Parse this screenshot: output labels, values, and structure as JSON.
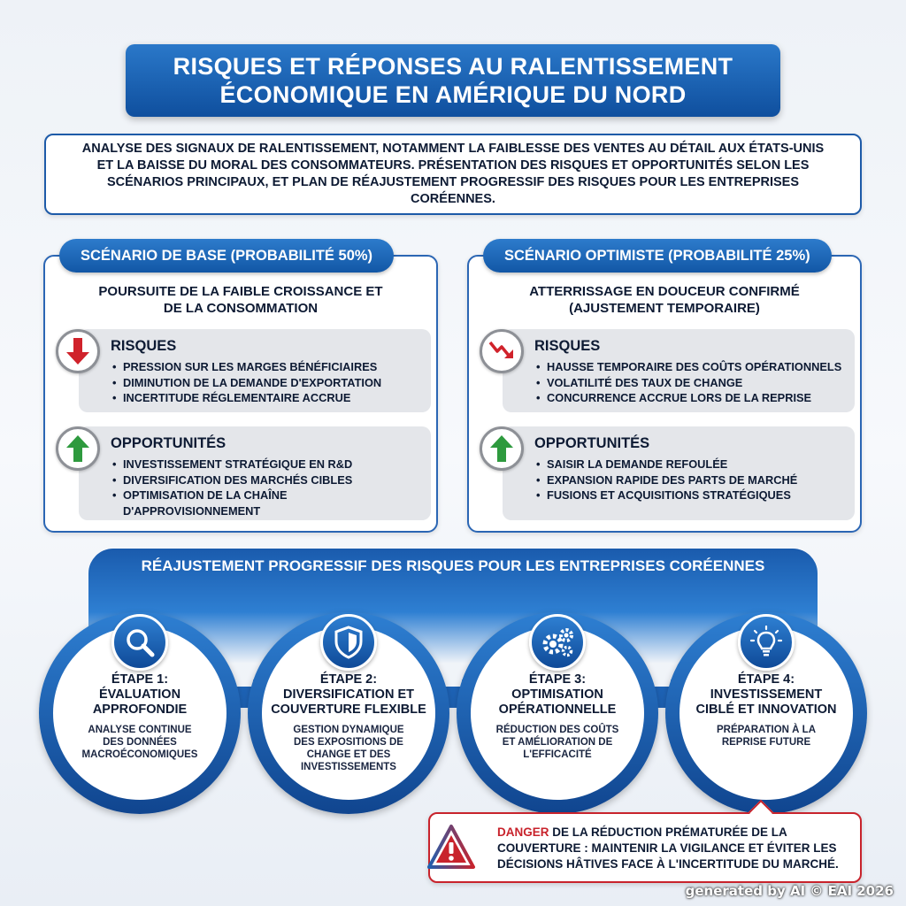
{
  "header": {
    "title_line1": "RISQUES ET RÉPONSES AU RALENTISSEMENT",
    "title_line2": "ÉCONOMIQUE EN AMÉRIQUE DU NORD"
  },
  "intro": "ANALYSE DES SIGNAUX DE RALENTISSEMENT, NOTAMMENT LA FAIBLESSE DES VENTES AU DÉTAIL AUX ÉTATS-UNIS ET LA BAISSE DU MORAL DES CONSOMMATEURS. PRÉSENTATION DES RISQUES ET OPPORTUNITÉS SELON LES SCÉNARIOS PRINCIPAUX, ET PLAN DE RÉAJUSTEMENT PROGRESSIF DES RISQUES POUR LES ENTREPRISES CORÉENNES.",
  "scenarios": [
    {
      "tab": "SCÉNARIO DE BASE (PROBABILITÉ 50%)",
      "subtitle_line1": "POURSUITE DE LA FAIBLE CROISSANCE ET",
      "subtitle_line2": "DE LA CONSOMMATION",
      "risk_icon": "arrow-down-icon",
      "risks_title": "RISQUES",
      "risks": [
        "PRESSION SUR LES MARGES BÉNÉFICIAIRES",
        "DIMINUTION DE LA DEMANDE D'EXPORTATION",
        "INCERTITUDE RÉGLEMENTAIRE ACCRUE"
      ],
      "opp_icon": "arrow-up-icon",
      "opps_title": "OPPORTUNITÉS",
      "opps": [
        "INVESTISSEMENT STRATÉGIQUE EN R&D",
        "DIVERSIFICATION DES MARCHÉS CIBLES",
        "OPTIMISATION DE LA CHAÎNE D'APPROVISIONNEMENT"
      ]
    },
    {
      "tab": "SCÉNARIO OPTIMISTE (PROBABILITÉ 25%)",
      "subtitle_line1": "ATTERRISSAGE EN DOUCEUR CONFIRMÉ",
      "subtitle_line2": "(AJUSTEMENT TEMPORAIRE)",
      "risk_icon": "trend-down-icon",
      "risks_title": "RISQUES",
      "risks": [
        "HAUSSE TEMPORAIRE DES COÛTS OPÉRATIONNELS",
        "VOLATILITÉ DES TAUX DE CHANGE",
        "CONCURRENCE ACCRUE LORS DE LA REPRISE"
      ],
      "opp_icon": "arrow-up-icon",
      "opps_title": "OPPORTUNITÉS",
      "opps": [
        "SAISIR LA DEMANDE REFOULÉE",
        "EXPANSION RAPIDE DES PARTS DE MARCHÉ",
        "FUSIONS ET ACQUISITIONS STRATÉGIQUES"
      ]
    }
  ],
  "process": {
    "title": "RÉAJUSTEMENT PROGRESSIF DES RISQUES POUR LES ENTREPRISES CORÉENNES",
    "steps": [
      {
        "icon": "magnifier-icon",
        "title": [
          "ÉTAPE 1:",
          "ÉVALUATION",
          "APPROFONDIE"
        ],
        "desc": [
          "ANALYSE CONTINUE",
          "DES DONNÉES",
          "MACROÉCONOMIQUES"
        ]
      },
      {
        "icon": "shield-icon",
        "title": [
          "ÉTAPE 2:",
          "DIVERSIFICATION ET",
          "COUVERTURE FLEXIBLE"
        ],
        "desc": [
          "GESTION DYNAMIQUE",
          "DES EXPOSITIONS DE",
          "CHANGE ET DES",
          "INVESTISSEMENTS"
        ]
      },
      {
        "icon": "gears-icon",
        "title": [
          "ÉTAPE 3:",
          "OPTIMISATION",
          "OPÉRATIONNELLE"
        ],
        "desc": [
          "RÉDUCTION DES COÛTS",
          "ET AMÉLIORATION DE",
          "L'EFFICACITÉ"
        ]
      },
      {
        "icon": "lightbulb-icon",
        "title": [
          "ÉTAPE 4:",
          "INVESTISSEMENT",
          "CIBLÉ ET INNOVATION"
        ],
        "desc": [
          "PRÉPARATION À LA",
          "REPRISE FUTURE"
        ]
      }
    ]
  },
  "warning": {
    "icon": "warning-icon",
    "danger_word": "DANGER",
    "text": " DE LA RÉDUCTION PRÉMATURÉE DE LA COUVERTURE : MAINTENIR LA VIGILANCE ET ÉVITER LES DÉCISIONS HÂTIVES FACE À L'INCERTITUDE DU MARCHÉ."
  },
  "footer": "generated by AI © EAI 2026",
  "colors": {
    "primary": "#1257a6",
    "danger": "#c8232c",
    "risk_red": "#d0222b",
    "opp_green": "#2e9a3e"
  }
}
